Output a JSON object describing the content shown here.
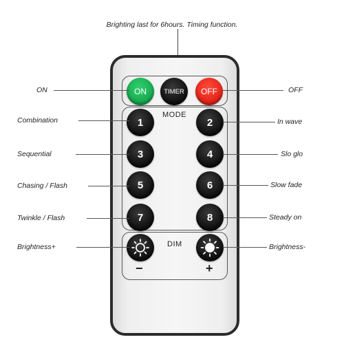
{
  "caption": "Brighting last for 6hours. Timing function.",
  "power": {
    "on": "ON",
    "timer": "TIMER",
    "off": "OFF"
  },
  "mode_label": "MODE",
  "dim_label": "DIM",
  "keys": [
    "1",
    "2",
    "3",
    "4",
    "5",
    "6",
    "7",
    "8"
  ],
  "dim_signs": {
    "minus": "−",
    "plus": "+"
  },
  "left_labels": {
    "on": "ON",
    "k1": "Combination",
    "k3": "Sequential",
    "k5": "Chasing / Flash",
    "k7": "Twinkle / Flash",
    "bright_plus": "Brightness+"
  },
  "right_labels": {
    "off": "OFF",
    "k2": "In wave",
    "k4": "Slo glo",
    "k6": "Slow fade",
    "k8": "Steady on",
    "bright_minus": "Brightness-"
  },
  "icons": {
    "sun_dim": "sun-outline-icon",
    "sun_bright": "sun-filled-icon"
  },
  "colors": {
    "on": "#1db954",
    "off": "#f02a1e",
    "key": "#111111",
    "body_border": "#2b2b2b"
  }
}
